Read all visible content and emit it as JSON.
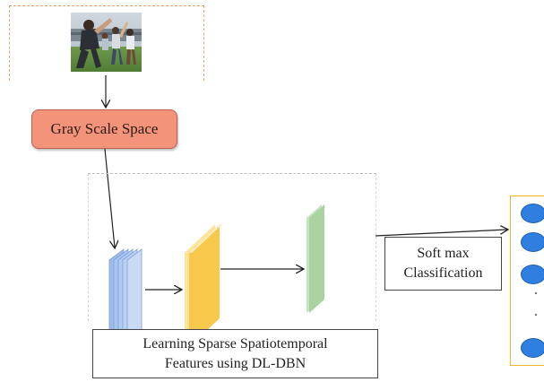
{
  "grayscale_label": "Gray Scale Space",
  "dbn_caption": {
    "line1": "Learning Sparse Spatiotemporal",
    "line2": "Features using DL-DBN"
  },
  "softmax": {
    "line1": "Soft max",
    "line2": "Classification"
  },
  "output_ellipsis": [
    ".",
    "."
  ],
  "colors": {
    "grayscale_fill": "#f3937a",
    "input_volume": "#a8c4ef",
    "hidden_layer": "#f7c84a",
    "hidden_layer_edge": "#ffe39a",
    "output_feature": "#a9d3a0",
    "output_node": "#2f7fe0",
    "output_frame": "#f0b429"
  }
}
